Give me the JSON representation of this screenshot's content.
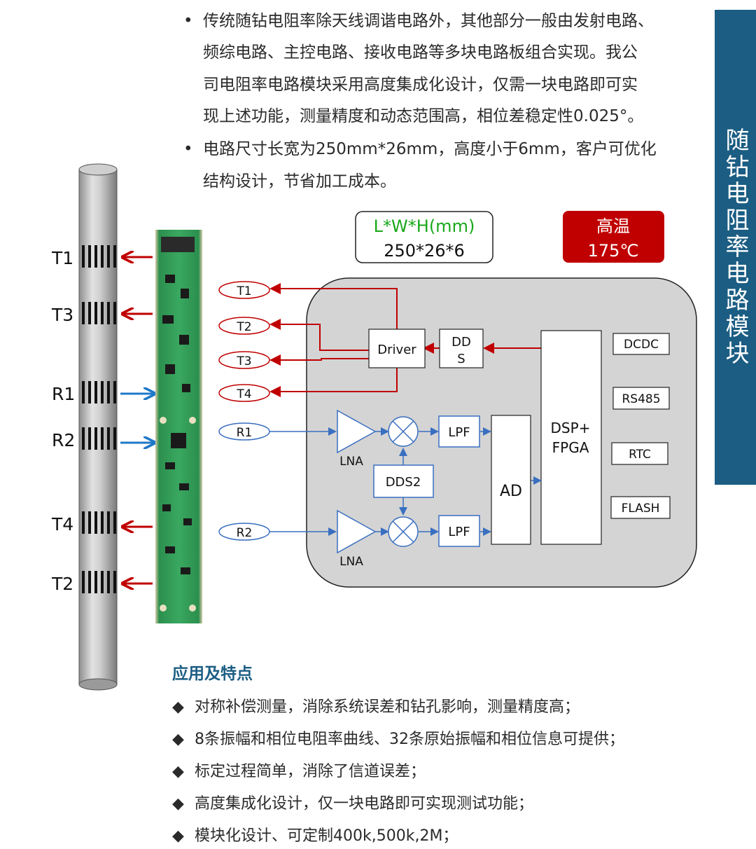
{
  "intro_bullets": [
    "传统随钻电阻率除天线调谐电路外，其他部分一般由发射电路、",
    "频综电路、主控电路、接收电路等多块电路板组合实现。我公",
    "司电阻率电路模块采用高度集成化设计，仅需一块电路即可实",
    "现上述功能，测量精度和动态范围高，相位差稳定性0.025°。",
    "电路尺寸长宽为250mm*26mm，高度小于6mm，客户可优化",
    "结构设计，节省加工成本。"
  ],
  "side_title": "随钻电阻率电路模块",
  "dims_box": {
    "label": "L*W*H(mm)",
    "value": "250*26*6"
  },
  "temp_box": {
    "label": "高温",
    "value": "175℃"
  },
  "tool_labels": [
    "T1",
    "T3",
    "R1",
    "R2",
    "T4",
    "T2"
  ],
  "diagram": {
    "tx": [
      "T1",
      "T2",
      "T3",
      "T4"
    ],
    "rx": [
      "R1",
      "R2"
    ],
    "driver": "Driver",
    "dds": "DD\nS",
    "dsp": [
      "DSP+",
      "FPGA"
    ],
    "lpf": "LPF",
    "lna": "LNA",
    "dds2": "DDS2",
    "ad": "AD",
    "peripherals": [
      "DCDC",
      "RS485",
      "RTC",
      "FLASH"
    ]
  },
  "features": {
    "heading": "应用及特点",
    "items": [
      "对称补偿测量，消除系统误差和钻孔影响，测量精度高；",
      "8条振幅和相位电阻率曲线、32条原始振幅和相位信息可提供；",
      "标定过程简单，消除了信道误差；",
      "高度集成化设计，仅一块电路即可实现测试功能；",
      "模块化设计、可定制400k,500k,2M；"
    ]
  },
  "colors": {
    "accent": "#1b5d83",
    "tx_arrow": "#c00000",
    "rx_arrow": "#1f78c8",
    "green": "#1aa81a"
  }
}
